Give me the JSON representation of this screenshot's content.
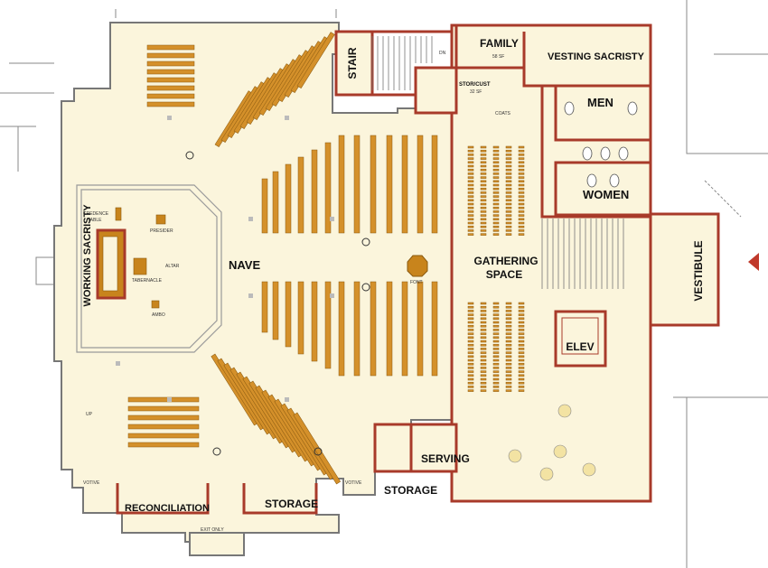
{
  "colors": {
    "floor": "#fbf5dc",
    "wall": "#a83a2a",
    "pew": "#d4902a",
    "pew_edge": "#8a5a10",
    "label_bg": "#fbf5dc",
    "stage_line": "#9a9a9a",
    "furniture": "#c8841c",
    "site_line": "#8a8a8a"
  },
  "rooms": {
    "nave": "NAVE",
    "gathering_line1": "GATHERING",
    "gathering_line2": "SPACE",
    "family": "FAMILY",
    "vesting_sacristy": "VESTING SACRISTY",
    "stair": "STAIR",
    "stor_cust": "STOR/CUST",
    "men": "MEN",
    "women": "WOMEN",
    "vestibule": "VESTIBULE",
    "elev": "ELEV",
    "serving": "SERVING",
    "storage_right": "STORAGE",
    "storage_center": "STORAGE",
    "reconciliation": "RECONCILIATION",
    "working_sacristy": "WORKING SACRISTY"
  },
  "small_labels": {
    "credence_table_1": "CREDENCE",
    "credence_table_2": "TABLE",
    "presider": "PRESIDER",
    "altar": "ALTAR",
    "tabernacle": "TABERNACLE",
    "ambo": "AMBO",
    "font": "FONT",
    "coats": "COATS",
    "votive_left": "VOTIVE",
    "votive_right": "VOTIVE",
    "exit_only": "EXIT ONLY",
    "up": "UP",
    "dn": "DN",
    "family_sf": "58 SF",
    "stor_sf": "32 SF"
  },
  "icons": {
    "entry_arrow": "entry-arrow-icon",
    "wheelchair": "wheelchair-space-icon",
    "font": "baptismal-font-icon"
  }
}
